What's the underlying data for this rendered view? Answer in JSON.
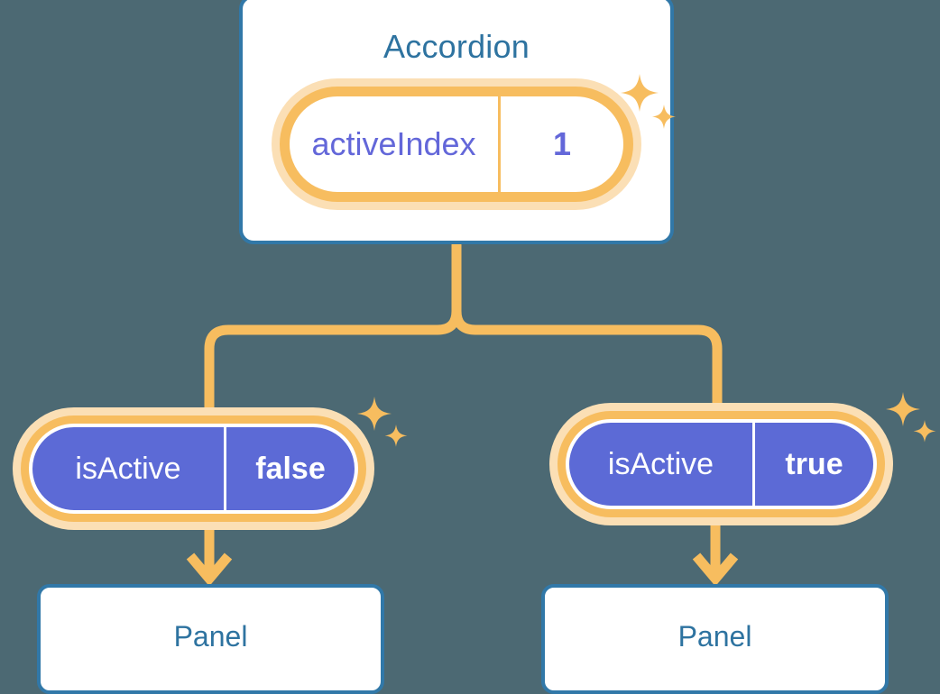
{
  "theme": {
    "background": "#4c6973",
    "card_border": "#3178a8",
    "card_fill": "#ffffff",
    "title_text": "#2e73a0",
    "accent_orange": "#f7bd5f",
    "accent_orange_soft": "#fbdfb5",
    "prop_purple": "#5c6ad6",
    "prop_text_indigo": "#6367d9",
    "prop_text_white": "#ffffff"
  },
  "diagram": {
    "type": "component-state-tree",
    "root": {
      "title": "Accordion",
      "prop": {
        "key": "activeIndex",
        "value": "1"
      }
    },
    "children": [
      {
        "prop": {
          "key": "isActive",
          "value": "false"
        },
        "target": {
          "title": "Panel"
        }
      },
      {
        "prop": {
          "key": "isActive",
          "value": "true"
        },
        "target": {
          "title": "Panel"
        }
      }
    ]
  },
  "icons": {
    "sparkle_large": "sparkle-icon",
    "sparkle_small": "sparkle-small-icon",
    "arrow_down": "arrow-down-icon",
    "branch": "branch-connector-icon"
  }
}
